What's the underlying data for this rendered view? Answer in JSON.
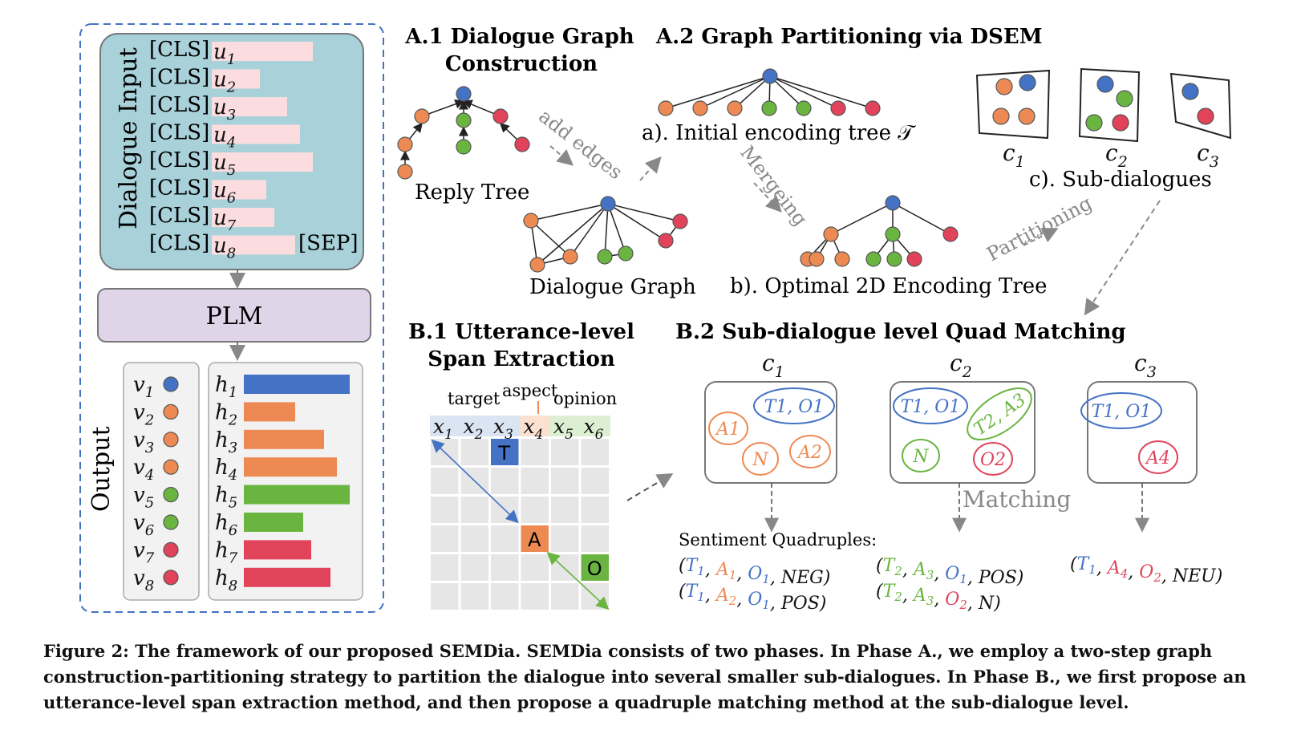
{
  "left": {
    "input_label": "Dialogue Input",
    "cls_token": "[CLS]",
    "sep_token": "[SEP]",
    "utterances": [
      "u1",
      "u2",
      "u3",
      "u4",
      "u5",
      "u6",
      "u7",
      "u8"
    ],
    "plm_label": "PLM",
    "output_label": "Output",
    "nodes": [
      "v1",
      "v2",
      "v3",
      "v4",
      "v5",
      "v6",
      "v7",
      "v8"
    ],
    "hidden": [
      "h1",
      "h2",
      "h3",
      "h4",
      "h5",
      "h6",
      "h7",
      "h8"
    ]
  },
  "phaseA": {
    "a1_title_line1": "A.1 Dialogue Graph",
    "a1_title_line2": "Construction",
    "a2_title": "A.2 Graph Partitioning via DSEM",
    "reply_tree": "Reply Tree",
    "add_edges": "add edges",
    "dialogue_graph": "Dialogue Graph",
    "initial_tree": "a). Initial encoding tree 𝒯",
    "merging": "Mergeing",
    "optimal_tree": "b). Optimal 2D Encoding Tree",
    "partitioning": "Partitioning",
    "sub_dialogues": "c). Sub-dialogues",
    "clusters": [
      "c1",
      "c2",
      "c3"
    ]
  },
  "phaseB": {
    "b1_title_line1": "B.1 Utterance-level",
    "b1_title_line2": "Span Extraction",
    "b2_title": "B.2 Sub-dialogue level Quad Matching",
    "span_labels": {
      "target": "target",
      "aspect": "aspect",
      "opinion": "opinion"
    },
    "tokens": [
      "x1",
      "x2",
      "x3",
      "x4",
      "x5",
      "x6"
    ],
    "cell_tags": {
      "T": "T",
      "A": "A",
      "O": "O"
    },
    "matching": "Matching",
    "quadruples_title": "Sentiment Quadruples:",
    "clusters": [
      "c1",
      "c2",
      "c3"
    ],
    "c1_elems": {
      "to": "T1, O1",
      "a1": "A1",
      "n": "N",
      "a2": "A2"
    },
    "c2_elems": {
      "to": "T1, O1",
      "ta": "T2, A3",
      "n": "N",
      "o2": "O2"
    },
    "c3_elems": {
      "to": "T1, O1",
      "a4": "A4"
    },
    "quads": {
      "c1": [
        {
          "t": "T1",
          "a": "A1",
          "o": "O1",
          "p": "NEG"
        },
        {
          "t": "T1",
          "a": "A2",
          "o": "O1",
          "p": "POS"
        }
      ],
      "c2": [
        {
          "t": "T2",
          "a": "A3",
          "o": "O1",
          "p": "POS"
        },
        {
          "t": "T2",
          "a": "A3",
          "o": "O2",
          "p": "N"
        }
      ],
      "c3": [
        {
          "t": "T1",
          "a": "A4",
          "o": "O2",
          "p": "NEU"
        }
      ]
    }
  },
  "caption": "Figure 2: The framework of our proposed SEMDia. SEMDia consists of two phases. In Phase A., we employ a two-step graph construction-partitioning strategy to partition the dialogue into several smaller sub-dialogues. In Phase B., we first propose an utterance-level span extraction method, and then propose a quadruple matching method at the sub-dialogue level.",
  "colors": {
    "blue": "#4472c4",
    "orange": "#ed8a54",
    "green": "#6ab540",
    "red": "#e0435a",
    "pink": "#fbdde0",
    "teal": "#a8d1d9",
    "plm": "#e0d4e9",
    "panel": "#f2f2f2"
  }
}
